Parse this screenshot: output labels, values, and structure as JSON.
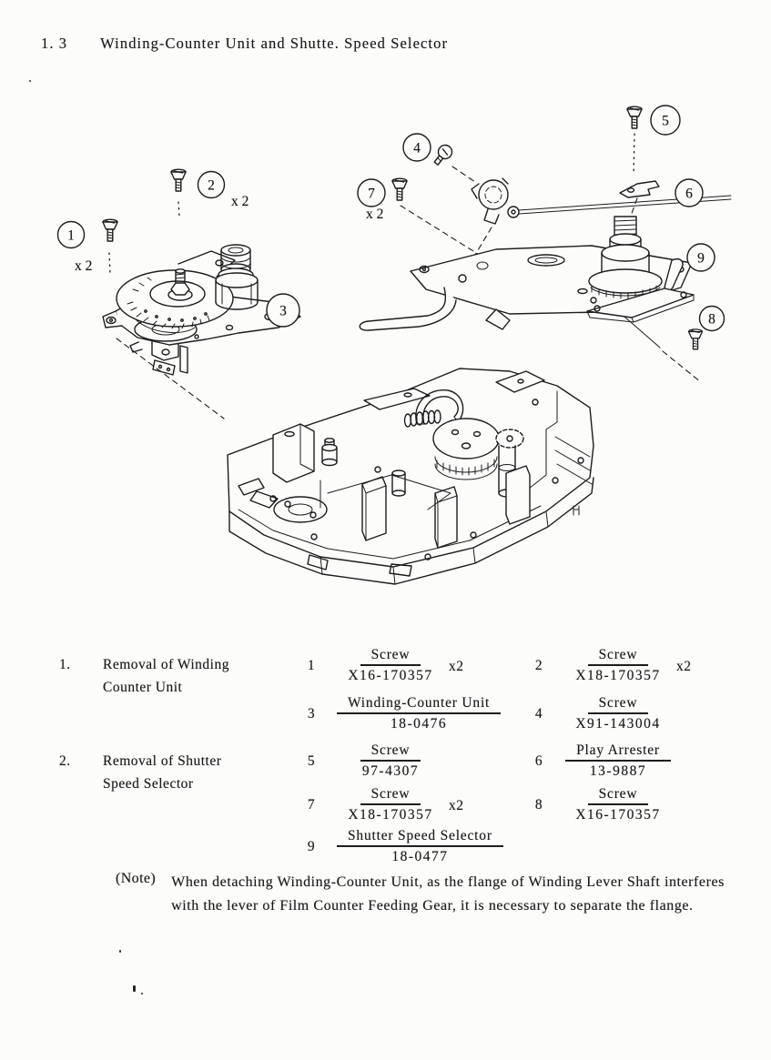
{
  "page": {
    "section_no": "1. 3",
    "title": "Winding-Counter Unit and Shutte. Speed Selector"
  },
  "diagram": {
    "callouts": [
      {
        "n": "1",
        "qty": "x 2"
      },
      {
        "n": "2",
        "qty": "x 2"
      },
      {
        "n": "3"
      },
      {
        "n": "4"
      },
      {
        "n": "5"
      },
      {
        "n": "6"
      },
      {
        "n": "7",
        "qty": "x 2"
      },
      {
        "n": "8"
      },
      {
        "n": "9"
      }
    ]
  },
  "parts_list": {
    "procedures": [
      {
        "number": "1.",
        "lines": [
          "Removal of Winding",
          "Counter Unit"
        ]
      },
      {
        "number": "2.",
        "lines": [
          "Removal of Shutter",
          "Speed Selector"
        ]
      }
    ],
    "items": [
      {
        "ref": "1",
        "name": "Screw",
        "part_no": "X16-170357",
        "qty": "x2"
      },
      {
        "ref": "2",
        "name": "Screw",
        "part_no": "X18-170357",
        "qty": "x2"
      },
      {
        "ref": "3",
        "name": "Winding-Counter Unit",
        "part_no": "18-0476"
      },
      {
        "ref": "4",
        "name": "Screw",
        "part_no": "X91-143004"
      },
      {
        "ref": "5",
        "name": "Screw",
        "part_no": "97-4307"
      },
      {
        "ref": "6",
        "name": "Play Arrester",
        "part_no": "13-9887"
      },
      {
        "ref": "7",
        "name": "Screw",
        "part_no": "X18-170357",
        "qty": "x2"
      },
      {
        "ref": "8",
        "name": "Screw",
        "part_no": "X16-170357"
      },
      {
        "ref": "9",
        "name": "Shutter Speed Selector",
        "part_no": "18-0477"
      }
    ]
  },
  "note": {
    "label": "(Note)",
    "text": "When detaching Winding-Counter Unit, as the flange of Winding Lever Shaft interferes with the lever of Film Counter Feeding Gear, it is necessary to separate the flange."
  }
}
